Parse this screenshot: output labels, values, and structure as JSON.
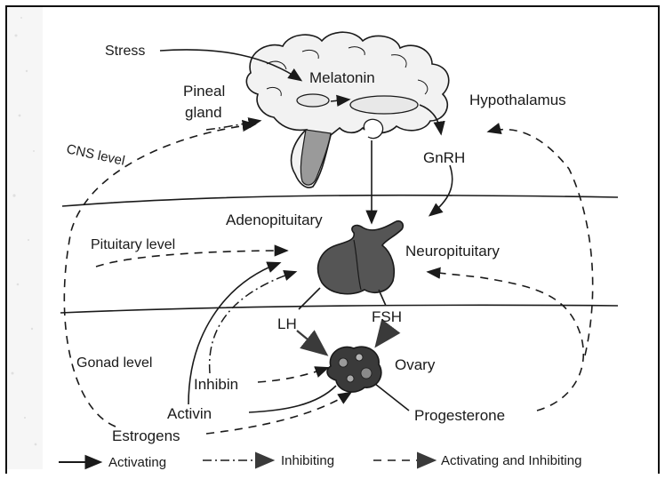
{
  "labels": {
    "stress": "Stress",
    "melatonin": "Melatonin",
    "hypothalamus": "Hypothalamus",
    "pineal_line1": "Pineal",
    "pineal_line2": "gland",
    "cns_level": "CNS level",
    "gnrh": "GnRH",
    "adenopituitary": "Adenopituitary",
    "pituitary_level": "Pituitary level",
    "neuropituitary": "Neuropituitary",
    "lh": "LH",
    "fsh": "FSH",
    "gonad_level": "Gonad level",
    "ovary": "Ovary",
    "inhibin": "Inhibin",
    "activin": "Activin",
    "progesterone": "Progesterone",
    "estrogens": "Estrogens"
  },
  "legend": {
    "activating": "Activating",
    "inhibiting": "Inhibiting",
    "activating_inhibiting": "Activating and Inhibiting"
  },
  "colors": {
    "ink": "#1a1a1a",
    "brain_fill": "#f2f2f2",
    "pituitary_fill": "#555555",
    "ovary_fill": "#3a3a3a",
    "speckle": "#c8c8c8"
  }
}
